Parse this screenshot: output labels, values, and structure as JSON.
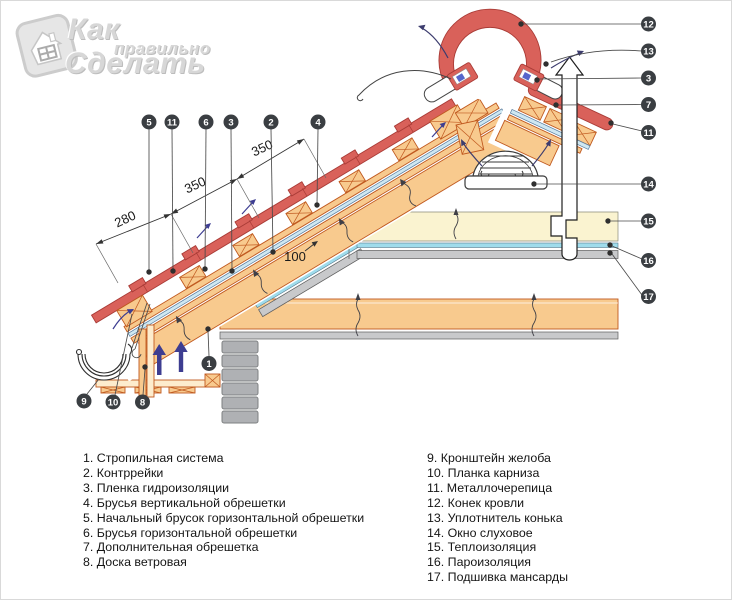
{
  "logo": {
    "word1": "Как",
    "word2": "правильно",
    "word3": "Сделать"
  },
  "diagram": {
    "dimensions": {
      "d280": "280",
      "d350a": "350",
      "d350b": "350",
      "d100": "100"
    },
    "callouts": {
      "top": [
        "5",
        "11",
        "6",
        "3",
        "2",
        "4"
      ],
      "right": [
        "12",
        "13",
        "3",
        "7",
        "11",
        "14",
        "15",
        "16",
        "17"
      ],
      "bottom": [
        "9",
        "10",
        "8",
        "1"
      ]
    },
    "colors": {
      "tile_red": "#d9615a",
      "wood": "#f8ca8e",
      "wood_border": "#c0591f",
      "insulation_cream": "#faf3d0",
      "vapor_cyan": "#9fdcec",
      "lining_gray": "#c8c9cb",
      "wall_gray": "#afb1b4",
      "callout_bg": "#3a3e42",
      "air_arrow_blue": "#3d3d91"
    }
  },
  "legend": {
    "left": [
      "1. Стропильная система",
      "2. Контррейки",
      "3. Пленка гидроизоляции",
      "4. Брусья вертикальной обрешетки",
      "5. Начальный брусок горизонтальной обрешетки",
      "6. Брусья горизонтальной обрешетки",
      "7. Дополнительная обрешетка",
      "8. Доска ветровая"
    ],
    "right": [
      "9. Кронштейн желоба",
      "10. Планка карниза",
      "11. Металлочерепица",
      "12. Конек кровли",
      "13. Уплотнитель конька",
      "14. Окно слуховое",
      "15. Теплоизоляция",
      "16. Пароизоляция",
      "17. Подшивка мансарды"
    ]
  }
}
